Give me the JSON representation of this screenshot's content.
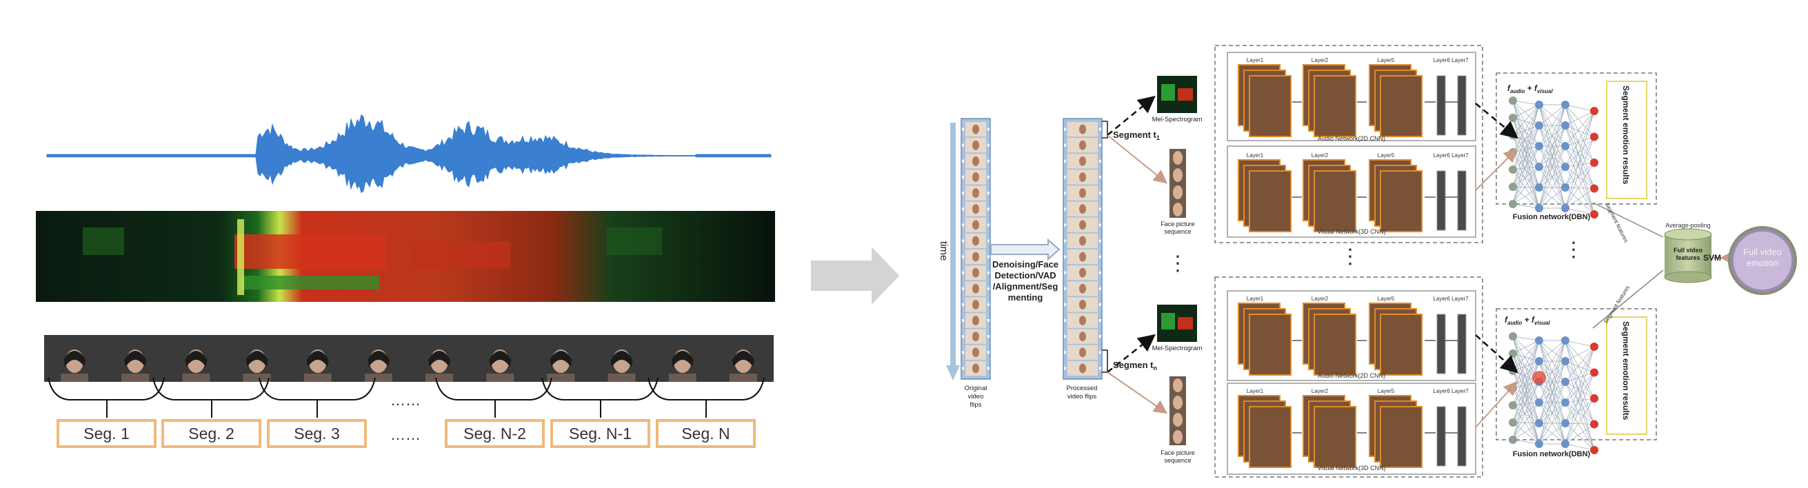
{
  "colors": {
    "waveform": "#3a7fd0",
    "segment_box_border": "#f0b97a",
    "arrow_gray": "#cfcfcf",
    "film_blue": "#a9c3df",
    "cnn_layer_front": "#7a5236",
    "cnn_layer_edge": "#e08a2a",
    "node_gray": "#8ea08e",
    "node_blue": "#6b93c9",
    "node_red": "#d63b2e",
    "svm_circle": "#c9b9d9",
    "cylinder": "#b7c69a"
  },
  "left_panel": {
    "segments": [
      "Seg. 1",
      "Seg. 2",
      "Seg. 3",
      "Seg. N-2",
      "Seg. N-1",
      "Seg. N"
    ],
    "ellipsis": "……",
    "ellipsis_top": "……"
  },
  "pipeline": {
    "time_label": "time",
    "original_label": "Original\nvideo\nflips",
    "processed_label": "Processed\nvideo flips",
    "preprocess_label": "Denoising/Face\nDetection/VAD\n/Alignment/Seg\nmenting",
    "segment_t1": "Segment t",
    "segment_t1_sub": "1",
    "segment_tn": "Segmen t",
    "segment_tn_sub": "n",
    "mel_label": "Mel-Spectrogram",
    "face_label": "Face picture\nsequence",
    "layer1": "Layer1",
    "layer2": "Layer2",
    "layer5": "Layer5",
    "layer67": "Layer6 Layer7",
    "audio_network": "Audio Network(2D CNN)",
    "visual_network": "Visual Network(3D CNN)",
    "fusion_formula_f": "f",
    "fusion_formula_audio": "audio",
    "fusion_formula_plus": " + f",
    "fusion_formula_visual": "visual",
    "fusion_network": "Fusion network(DBN)",
    "segment_emotion_results": "Segment emotion results",
    "segment_features": "Segment features",
    "average_pooling": "Average-pooling",
    "full_video_features": "Full video\nfeatures",
    "svm": "SVM",
    "full_video_emotion": "Full video\nemotion",
    "vdots": "⋮"
  }
}
